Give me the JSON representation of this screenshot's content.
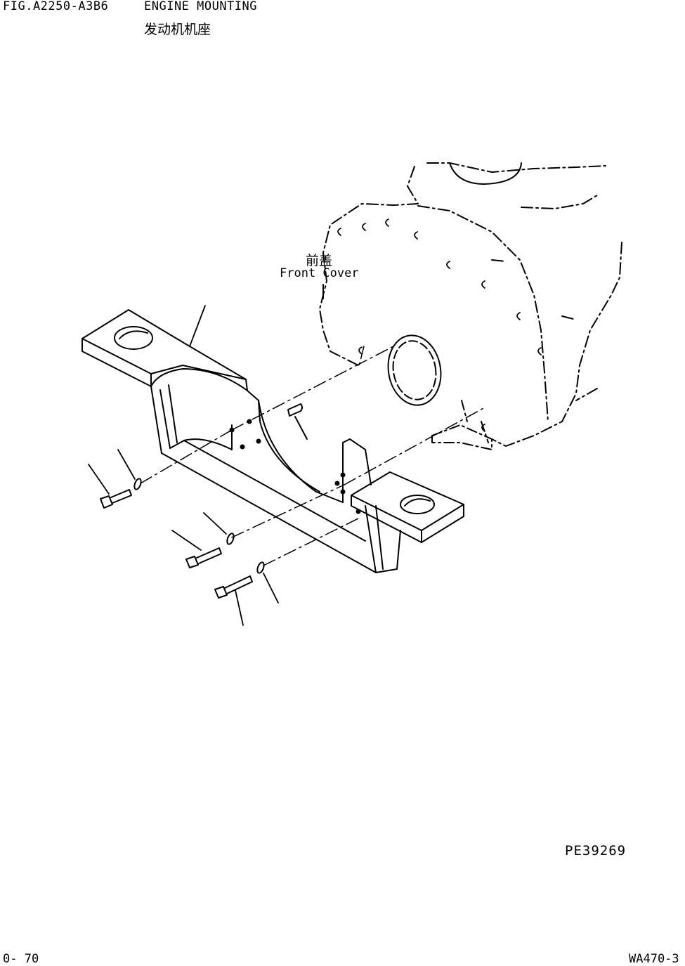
{
  "header": {
    "figure_id": "FIG.A2250-A3B6",
    "title": "ENGINE MOUNTING",
    "title_cn": "发动机机座"
  },
  "callouts": {
    "front_cover_cn": "前盖",
    "front_cover_en": "Front Cover"
  },
  "footer": {
    "drawing_id": "PE39269",
    "page_number": "0- 70",
    "model": "WA470-3"
  },
  "colors": {
    "line": "#000000",
    "background": "#ffffff"
  }
}
